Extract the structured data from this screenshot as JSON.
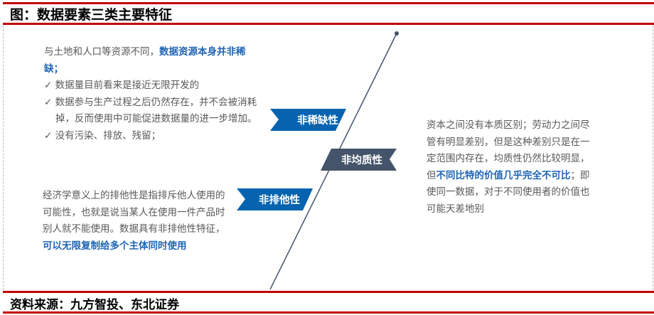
{
  "title": "图：数据要素三类主要特征",
  "source": "资料来源：九方智投、东北证券",
  "colors": {
    "accent_red": "#c00000",
    "ribbon_blue": "#0563b0",
    "ribbon_dark": "#44546a",
    "highlight": "#1f64b4"
  },
  "left_top": {
    "intro": "与土地和人口等资源不同，",
    "intro_highlight": "数据资源本身并非稀缺；",
    "bullets": [
      "数据量目前看来是接近无限开发的",
      "数据参与生产过程之后仍然存在，并不会被消耗掉，反而使用中可能促进数据量的进一步增加。",
      "没有污染、排放、残留；"
    ],
    "check_icon": "✓"
  },
  "right": {
    "text_a": "资本之间没有本质区别；劳动力之间尽管有明显差别，但是这种差别只是在一定范围内存在，均质性仍然比较明显，但",
    "highlight": "不同比特的价值几乎完全不可比",
    "text_b": "；即使同一数据，对于不同使用者的价值也可能天差地别"
  },
  "left_bottom": {
    "text": "经济学意义上的排他性是指排斥他人使用的可能性，也就是说当某人在使用一件产品时别人就不能使用。数据具有非排他性特征，",
    "highlight": "可以无限复制给多个主体同时使用"
  },
  "ribbons": {
    "scarcity": "非稀缺性",
    "homogeneity": "非均质性",
    "exclusivity": "非排他性"
  }
}
